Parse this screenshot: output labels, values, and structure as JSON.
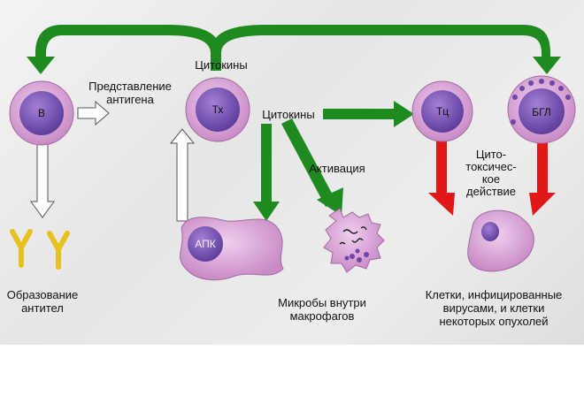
{
  "cells": {
    "b": "B",
    "th": "Тх",
    "tc": "Тц",
    "ngl": "БГЛ",
    "apc": "АПК"
  },
  "labels": {
    "cytokines_top": "Цитокины",
    "antigen_presentation": "Представление\nантигена",
    "cytokines_mid": "Цитокины",
    "activation": "Активация",
    "cytotoxic_action": "Цито-\nтоксичес-\nкое\nдействие",
    "antibody_formation": "Образование\nантител",
    "microbes_in_macrophages": "Микробы внутри\nмакрофагов",
    "infected_cells": "Клетки, инфицированные\nвирусами, и клетки\nнекоторых опухолей"
  },
  "colors": {
    "green_arrow": "#1f8a1f",
    "red_arrow": "#e01818",
    "cell_fill": "#d9a8d6",
    "nucleus_fill": "#7a55b4",
    "antibody": "#e7c11d"
  }
}
